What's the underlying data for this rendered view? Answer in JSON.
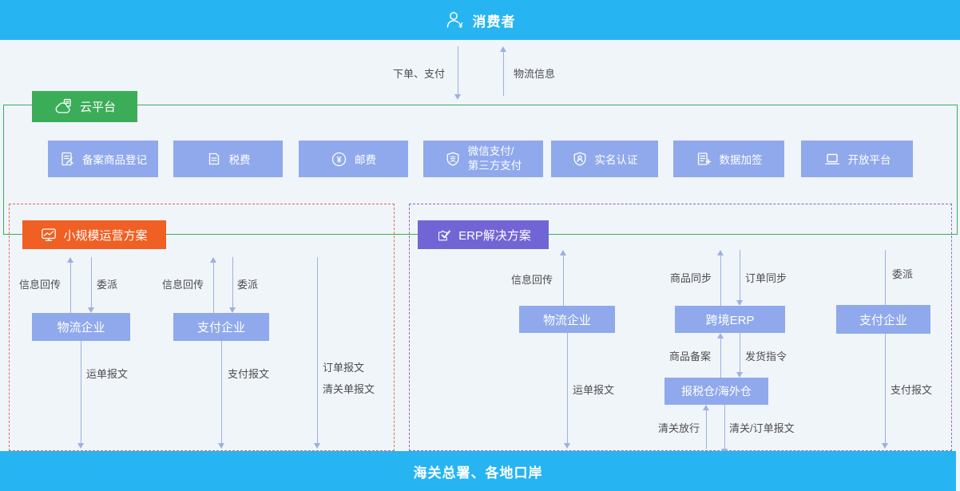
{
  "colors": {
    "cyan_bar": "#27b4f2",
    "periwinkle": "#8fa9ec",
    "green": "#3bad58",
    "orange": "#f05f23",
    "purple": "#7165d6",
    "red_dash": "#df6a4f",
    "purple_dash": "#9165c5",
    "arrow": "#9db1e0",
    "background": "#f0f5fa"
  },
  "top_bar": {
    "title": "消费者",
    "icon": "consumer-icon"
  },
  "consumer_flows": {
    "down_label": "下单、支付",
    "up_label": "物流信息"
  },
  "cloud_platform": {
    "label": "云平台",
    "icon": "cloud-icon",
    "buttons": [
      {
        "label": "备案商品登记",
        "icon": "doc-edit-icon"
      },
      {
        "label": "税费",
        "icon": "tax-doc-icon"
      },
      {
        "label": "邮费",
        "icon": "yen-circle-icon"
      },
      {
        "label": "微信支付/",
        "label2": "第三方支付",
        "icon": "pay-shield-icon"
      },
      {
        "label": "实名认证",
        "icon": "id-shield-icon"
      },
      {
        "label": "数据加签",
        "icon": "doc-plus-icon"
      },
      {
        "label": "开放平台",
        "icon": "laptop-icon"
      }
    ]
  },
  "small_scale": {
    "label": "小规模运营方案",
    "icon": "chart-icon",
    "flow_up1": "信息回传",
    "flow_down1": "委派",
    "flow_up2": "信息回传",
    "flow_down2": "委派",
    "node_logistics": "物流企业",
    "node_payment": "支付企业",
    "msg_waybill": "运单报文",
    "msg_payment": "支付报文",
    "msg_order": "订单报文",
    "msg_clearance": "清关单报文"
  },
  "erp": {
    "label": "ERP解决方案",
    "icon": "puzzle-check-icon",
    "flow_up_logistics": "信息回传",
    "node_logistics": "物流企业",
    "msg_waybill": "运单报文",
    "flow_up_goods_sync": "商品同步",
    "flow_down_order_sync": "订单同步",
    "node_erp": "跨境ERP",
    "flow_up_goods_record": "商品备案",
    "flow_down_ship_order": "发货指令",
    "node_warehouse": "报税仓/海外仓",
    "flow_up_clearance_release": "清关放行",
    "flow_down_clearance_order": "清关/订单报文",
    "flow_down_delegate": "委派",
    "node_payment": "支付企业",
    "msg_payment": "支付报文"
  },
  "bottom_bar": {
    "title": "海关总署、各地口岸"
  }
}
